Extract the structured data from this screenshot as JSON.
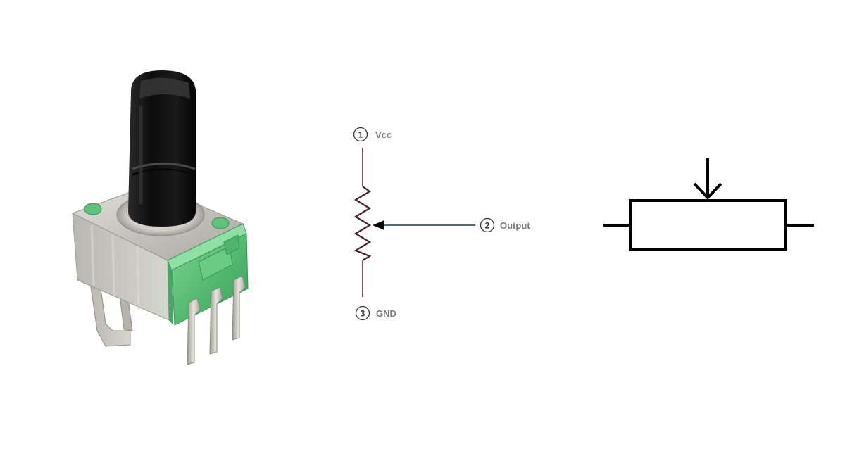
{
  "schematic": {
    "pins": [
      {
        "number": "1",
        "label": "Vcc"
      },
      {
        "number": "2",
        "label": "Output"
      },
      {
        "number": "3",
        "label": "GND"
      }
    ],
    "wire_color": "#4a1e2a",
    "arrow_color": "#1f3a5a"
  },
  "photo": {
    "subject": "rotary potentiometer",
    "body_color": "#5ec27a",
    "shaft_color": "#141414",
    "frame_color": "#c9c9c2"
  },
  "symbol": {
    "subject": "potentiometer symbol",
    "stroke_color": "#000000"
  }
}
